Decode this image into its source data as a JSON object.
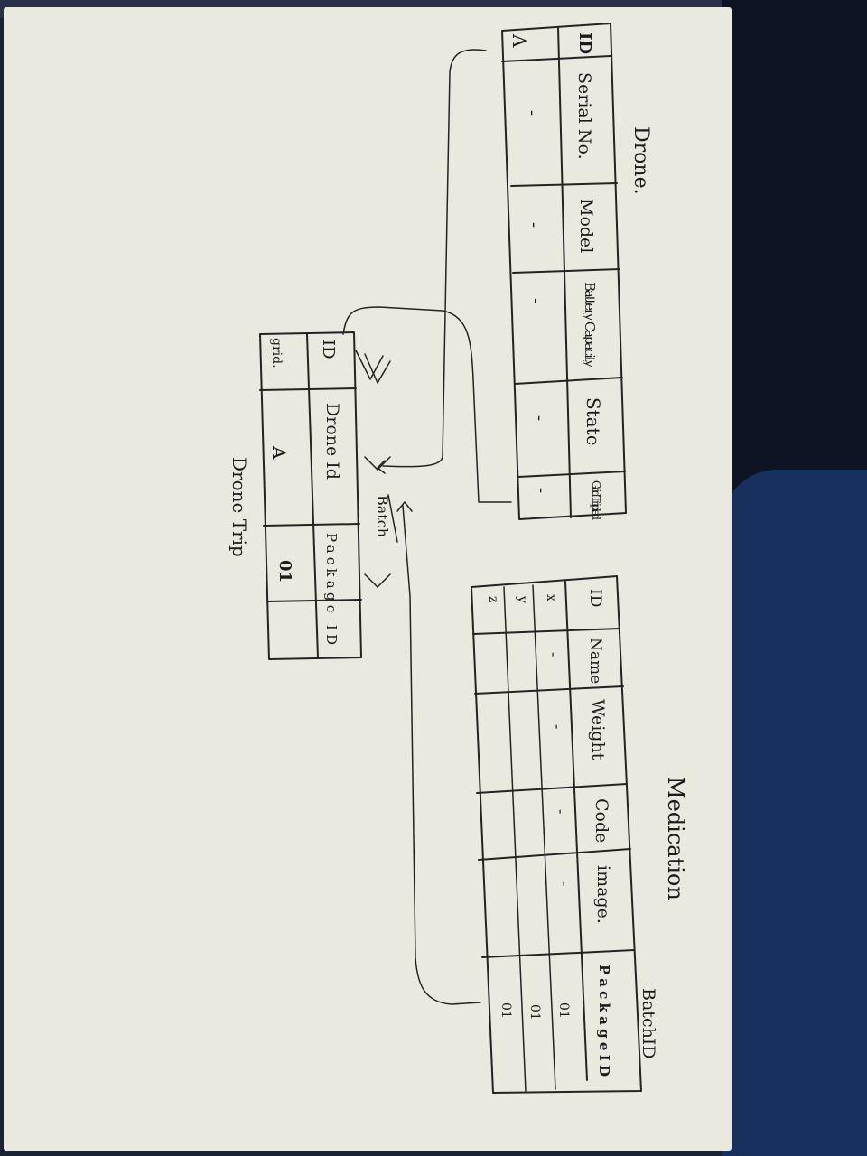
{
  "drone": {
    "title": "Drone.",
    "columns": [
      "ID",
      "Serial No.",
      "Model",
      "Battery Capacity",
      "State",
      "Grid Tripled"
    ],
    "row": [
      "A",
      "-",
      "-",
      "-",
      "-",
      "-"
    ]
  },
  "drone_trip": {
    "title": "Drone Trip",
    "columns": [
      "ID",
      "Drone Id",
      "Batch",
      "Package ID"
    ],
    "row": [
      "grid.",
      "A",
      "01",
      ""
    ]
  },
  "medication": {
    "title": "Medication",
    "extra_label": "BatchID",
    "columns": [
      "ID",
      "Name",
      "Weight",
      "Code",
      "image.",
      "PackageID"
    ],
    "rows": [
      [
        "x",
        "-",
        "-",
        "-",
        "-",
        "01"
      ],
      [
        "y",
        "",
        "",
        "",
        "",
        "01"
      ],
      [
        "z",
        "",
        "",
        "",
        "",
        "01"
      ]
    ]
  }
}
